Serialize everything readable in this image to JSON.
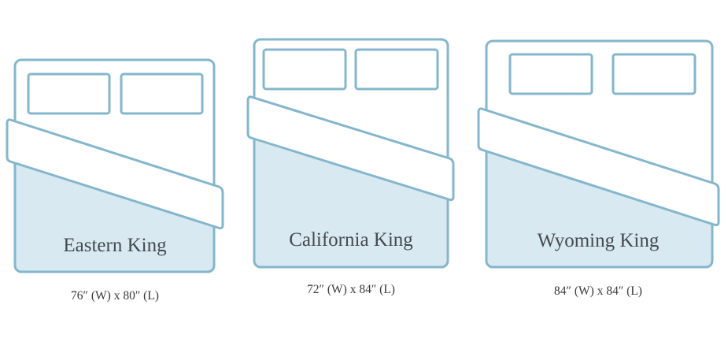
{
  "colors": {
    "outline": "#84b6cc",
    "fill_lower": "#d9e9f2",
    "fill_upper": "#ffffff",
    "text": "#444a4f"
  },
  "beds": [
    {
      "name": "Eastern King",
      "dimensions": "76″ (W) x 80″ (L)",
      "width_in": 76,
      "length_in": 80
    },
    {
      "name": "California King",
      "dimensions": "72″ (W) x 84″ (L)",
      "width_in": 72,
      "length_in": 84
    },
    {
      "name": "Wyoming King",
      "dimensions": "84″ (W) x 84″ (L)",
      "width_in": 84,
      "length_in": 84
    }
  ]
}
